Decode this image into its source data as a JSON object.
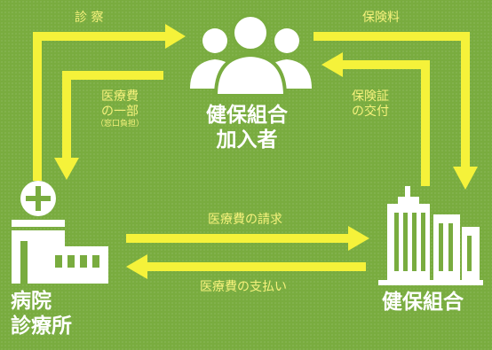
{
  "colors": {
    "background": "#79ac3f",
    "arrow": "#f5f23a",
    "label": "#f6f27c",
    "node_text": "#ffffff"
  },
  "nodes": {
    "insured": {
      "icon": "people-group-icon",
      "line1": "健保組合",
      "line2": "加入者"
    },
    "hospital": {
      "icon": "hospital-building-icon",
      "line1": "病院",
      "line2": "診療所"
    },
    "insurer": {
      "icon": "office-buildings-icon",
      "label": "健保組合"
    }
  },
  "flows": {
    "consultation": "診 察",
    "premium": "保険料",
    "copay": {
      "line1": "医療費",
      "line2": "の一部",
      "note": "（窓口負担）"
    },
    "card_issue": {
      "line1": "保険証",
      "line2": "の交付"
    },
    "billing": "医療費の請求",
    "payment": "医療費の支払い"
  }
}
